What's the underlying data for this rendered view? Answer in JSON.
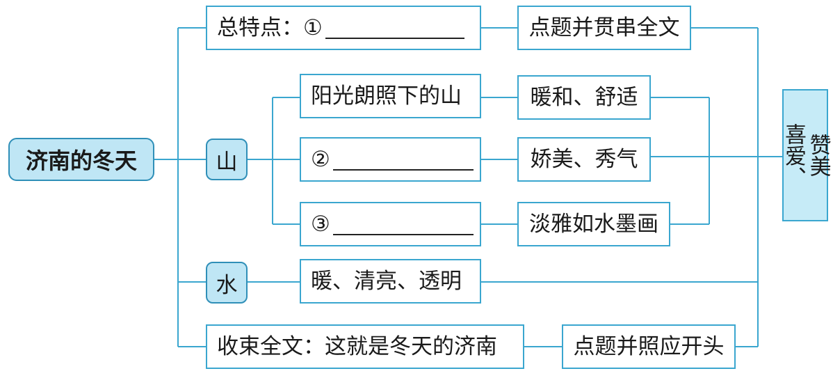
{
  "root": {
    "label": "济南的冬天"
  },
  "overall": {
    "prefix": "总特点：①",
    "note": "点题并贯串全文"
  },
  "mountain": {
    "label": "山",
    "items": [
      {
        "text": "阳光朗照下的山",
        "desc": "暖和、舒适"
      },
      {
        "text": "②",
        "desc": "娇美、秀气"
      },
      {
        "text": "③",
        "desc": "淡雅如水墨画"
      }
    ]
  },
  "water": {
    "label": "水",
    "desc": "暖、清亮、透明"
  },
  "ending": {
    "text": "收束全文：这就是冬天的济南",
    "note": "点题并照应开头"
  },
  "emotion": {
    "line1": "喜爱、",
    "line2": "赞美"
  },
  "colors": {
    "line": "#3aa6cf",
    "node_fill": "#bfe6f5",
    "emotion_fill": "#c6ebf7"
  }
}
